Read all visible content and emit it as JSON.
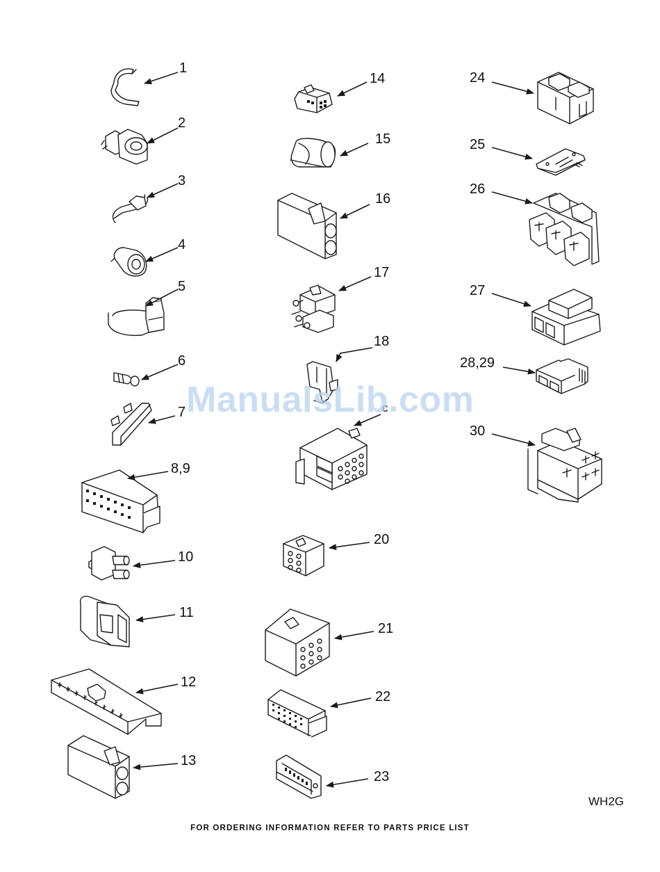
{
  "diagram": {
    "callouts": [
      {
        "id": "c1",
        "label": "1"
      },
      {
        "id": "c2",
        "label": "2"
      },
      {
        "id": "c3",
        "label": "3"
      },
      {
        "id": "c4",
        "label": "4"
      },
      {
        "id": "c5",
        "label": "5"
      },
      {
        "id": "c6",
        "label": "6"
      },
      {
        "id": "c7",
        "label": "7"
      },
      {
        "id": "c8",
        "label": "8,9"
      },
      {
        "id": "c10",
        "label": "10"
      },
      {
        "id": "c11",
        "label": "11"
      },
      {
        "id": "c12",
        "label": "12"
      },
      {
        "id": "c13",
        "label": "13"
      },
      {
        "id": "c14",
        "label": "14"
      },
      {
        "id": "c15",
        "label": "15"
      },
      {
        "id": "c16",
        "label": "16"
      },
      {
        "id": "c17",
        "label": "17"
      },
      {
        "id": "c18",
        "label": "18"
      },
      {
        "id": "c19",
        "label": "c"
      },
      {
        "id": "c20",
        "label": "20"
      },
      {
        "id": "c21",
        "label": "21"
      },
      {
        "id": "c22",
        "label": "22"
      },
      {
        "id": "c23",
        "label": "23"
      },
      {
        "id": "c24",
        "label": "24"
      },
      {
        "id": "c25",
        "label": "25"
      },
      {
        "id": "c26",
        "label": "26"
      },
      {
        "id": "c27",
        "label": "27"
      },
      {
        "id": "c28",
        "label": "28,29"
      },
      {
        "id": "c30",
        "label": "30"
      }
    ],
    "watermark": "ManualsLib.com",
    "sheet_code": "WH2G",
    "footer": "FOR ORDERING INFORMATION REFER TO PARTS PRICE LIST"
  }
}
